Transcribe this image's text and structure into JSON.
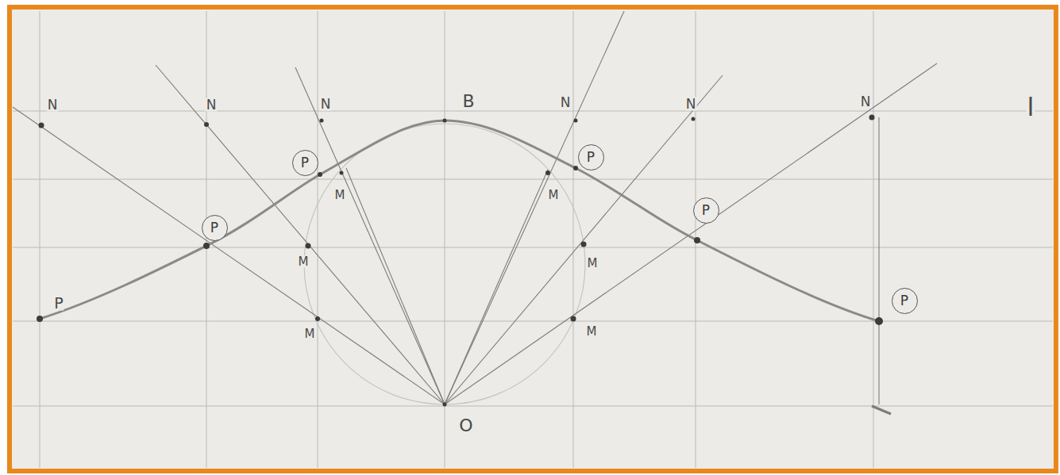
{
  "diagram": {
    "nodes": [
      {
        "text": [
          "P"
        ]
      },
      {
        "text": [
          "P"
        ]
      },
      {
        "text": [
          "P"
        ]
      },
      {
        "text": [
          "P"
        ]
      },
      {
        "text": [
          "P"
        ]
      }
    ],
    "labels": [
      "N",
      "N",
      "N",
      "N",
      "N",
      "N",
      "B",
      "M",
      "M",
      "M",
      "M",
      "M",
      "M",
      "P",
      "O",
      "l"
    ]
  }
}
